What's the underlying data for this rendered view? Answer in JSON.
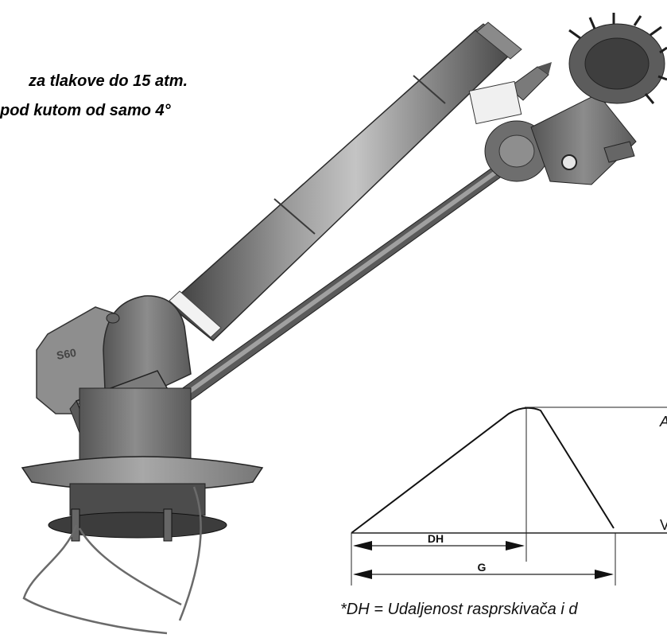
{
  "captions": {
    "line1": "za tlakove do 15 atm.",
    "line2": "pod kutom od samo 4°"
  },
  "photo": {
    "base_stamp": "S60"
  },
  "diagram": {
    "label_dh": "DH",
    "label_g": "G",
    "label_right_top": "A",
    "label_right_bottom": "V"
  },
  "footnote": "*DH = Udaljenost rasprskivača i d"
}
